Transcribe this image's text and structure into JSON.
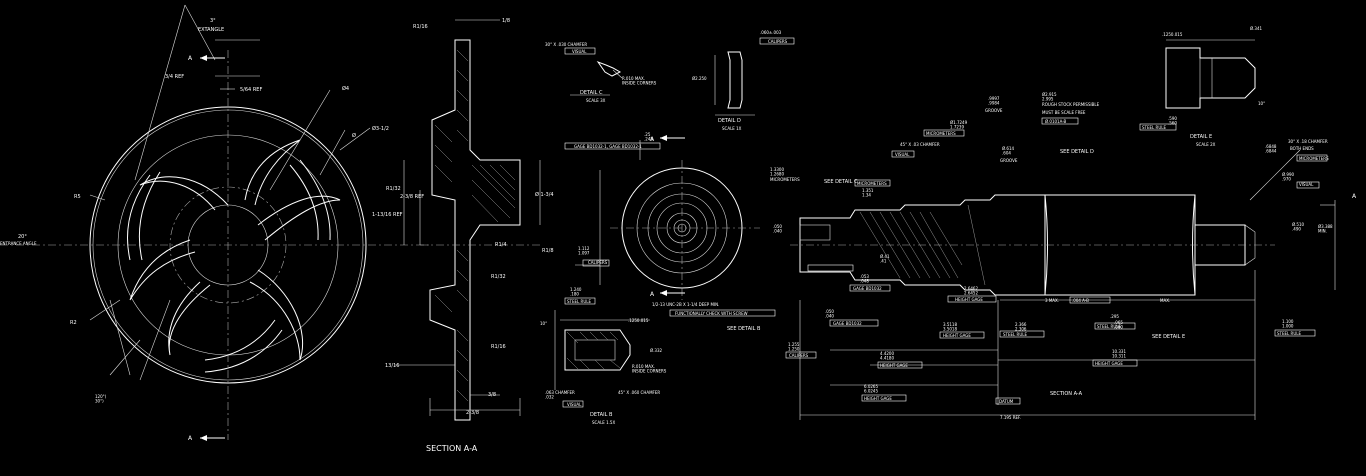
{
  "impeller": {
    "angle_top": "3°",
    "extangle": "EXTANGLE",
    "three_quarter_ref": "3/4 REF",
    "five64_ref": "5/64 REF",
    "phi4": "Ø4",
    "phi3_half": "Ø3-1/2",
    "r5": "R5",
    "twenty_deg": "20°",
    "entrance_angle": "ENTRANCE ANGLE",
    "r2": "R2",
    "angle_bottom": "120°)\n30°)",
    "section_a": "A",
    "phi_label": "Ø"
  },
  "impeller_section": {
    "r1_16_top": "R1/16",
    "eighth": "1/8",
    "r1_32_left": "R1/32",
    "two38_ref": "2-3/8 REF",
    "one13_ref": "1-13/16 REF",
    "one34": "Ø 1-3/4",
    "r1_4": "R1/4",
    "r1_8": "R1/8",
    "r1_32": "R1/32",
    "r1_16_bot": "R1/16",
    "thirteen16": "13/16",
    "three8": "3/8",
    "two38": "2-3/8",
    "title": "SECTION A-A"
  },
  "detail_c": {
    "chamfer": "30° X .030 CHAMFER",
    "visual": "VISUAL",
    "max_note": "R.010 MAX.\nINSIDE CORNERS",
    "title": "DETAIL C",
    "scale": "SCALE 3X"
  },
  "detail_d": {
    "dim1": ".060±.003",
    "calipers": "CALIPERS",
    "phi_dim": "Ø2.250",
    "title": "DETAIL D",
    "scale": "SCALE 1X"
  },
  "end_view": {
    "gage_note": "GAGE BD1032-1, GAGE BD1032-1",
    "dim_top": ".25\n.248",
    "dim_side": "1.112\n1.097",
    "calipers": "CALIPERS",
    "micrometers": "MICROMETERS",
    "dim_micro": "1.3300\n1.2680",
    "dim_left": ".050\n.040",
    "thread_note": "1/2-13 UNC-2B X 1-1/4 DEEP MIN.",
    "thread_note2": "FUNCTIONALLY CHECK WITH SCREW",
    "a_top": "A",
    "a_bot": "A",
    "see_detail_b": "SEE DETAIL B",
    "see_detail_c": "SEE DETAIL C"
  },
  "detail_b": {
    "dim_top": "1.240\n.180",
    "steel_rule": "STEEL RULE",
    "dim_tol": ".1250.015",
    "phi": "Ø.332",
    "dim_ten": "10°",
    "rmax": "R.010 MAX.\nINSIDE CORNERS",
    "chamfer": "45° X .060 CHAMFER",
    "chamfer2": ".063 CHAMFER\n.032",
    "visual": "VISUAL",
    "title": "DETAIL B",
    "scale": "SCALE 1.5X"
  },
  "shaft": {
    "chamfer_note": "45° X .03 CHAMFER",
    "visual": "VISUAL",
    "micrometers": "MICROMETERS",
    "dim_groove": ".9997\n.9984",
    "groove": "GROOVE",
    "dim_ms": "Ø1.7249\n1.7239",
    "rough_stock": "ROUGH STOCK PERMISSIBLE",
    "must_be": "MUST BE SCALE FREE",
    "dia_spec": "Ø2.915\n2.995",
    "note_box": "Ø.0101A-B",
    "see_detail_d": "SEE DETAIL D",
    "micrometers2": "MICROMETERS",
    "dim_gr2": "Ø.614\n.604",
    "groove2": "GROOVE",
    "height_gage": "HEIGHT GAGE",
    "dim_h": "2.6462\n2.6452",
    "dim_m": ".053\n.048",
    "gage": "GAGE BD1032",
    "dim_a": "Ø.41\n.41",
    "dim_b": "1.351\n1.34",
    "dim_left": ".050\n.040",
    "gage2": "GAGE BD1032",
    "calipers": "CALIPERS",
    "dim_cal": "1.255\n1.250",
    "dim_h1": "3.5118\n3.5018",
    "height_gage2": "HEIGHT GAGE",
    "dim_h2": "4.4200\n4.4180",
    "height_gage3": "HEIGHT GAGE",
    "dim_h3": "6.0265\n6.0245",
    "height_gage4": "HEIGHT GAGE",
    "datum": "DATUM",
    "dim_sr": "2.366\n2.306",
    "steel_rule": "STEEL RULE",
    "max_lbl": "3 MAX.",
    "tol": ".004 A-B",
    "max2": "MAX.",
    "dim_tt": ".295",
    "dim_tt2": ".065\n.060",
    "steel_rule2": "STEEL RULE",
    "dim_total": "7.195 REF.",
    "dim_big": "10.331\n10.311",
    "height_gage5": "HEIGHT GAGE",
    "dim_right": "1.100\n1.000",
    "steel_rule3": "STEEL RULE",
    "see_detail_e": "SEE DETAIL E",
    "title": "SECTION A-A",
    "see_detail_c": "SEE DETAIL C"
  },
  "shaft_end": {
    "chamfer_note": "30° X .18 CHAMFER",
    "both_ends": "BOTH ENDS",
    "visual": "VISUAL",
    "micrometers": "MICROMETERS",
    "dim1": ".6848\n.6844",
    "dim2": "Ø.990\n.970",
    "dim3": "Ø.510\n.490",
    "dim4": "Ø3.388\nMIN.",
    "a_lbl": "A"
  },
  "detail_e": {
    "dim_top": ".1250.015",
    "dim_right": "Ø.341",
    "dim_mid": ".590\n.560",
    "steel_rule": "STEEL RULE",
    "ten": "10°",
    "title": "DETAIL E",
    "scale": "SCALE 2X"
  }
}
